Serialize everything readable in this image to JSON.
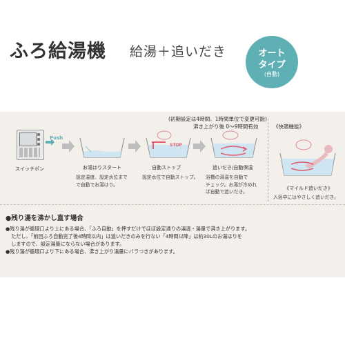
{
  "header": {
    "title": "ふろ給湯機",
    "subtitle": "給湯＋追いだき",
    "badge": {
      "line1": "オート",
      "line2": "タイプ",
      "line3": "(自動)"
    }
  },
  "notes": {
    "initial_setting": "(初期設定は4時間、1時間単位で変更可能)",
    "reheat_range": "沸き上がり後 0〜9時間有効",
    "comfort_function": "《快適機能》"
  },
  "steps": [
    {
      "caption": "スイッチポン",
      "push": "Push"
    },
    {
      "caption": "お湯はりスタート",
      "desc": [
        "設定温度、設定水位まで",
        "で自動でお湯はり。"
      ]
    },
    {
      "caption": "自動ストップ",
      "desc": [
        "設定水位で自動ストップ。"
      ],
      "stop": "STOP"
    },
    {
      "caption": "追いだき/自動保温",
      "desc": [
        "浴槽の湯温を自動で",
        "チェック。お湯が冷めれ",
        "ば自動で追いだき。"
      ]
    }
  ],
  "mild": {
    "caption": "《マイルド追いだき》",
    "desc": "入浴中にはやさしく追いだき。"
  },
  "reheat_section": {
    "heading": "●残り湯を沸かし直す場合",
    "lines": [
      "●残り湯が循環口より上にある場合、「ふろ自動」を押すだけでほぼ設定通りの湯温・湯量で沸き上がります。",
      "ただし、「前回ふろ自動完了後4時間以内」は追いだきのみを行ない「4時間以降」は約30Lのお湯はりを",
      "しますので、設定湯量にならない場合があります。",
      "●残り湯が循環口より下にある場合、沸き上がり湯量にバラつきがあります。"
    ]
  },
  "colors": {
    "badge": "#5fb0b5",
    "panel": "#f3efea",
    "arrow": "#e05a70",
    "water": "#cfe6f2"
  }
}
